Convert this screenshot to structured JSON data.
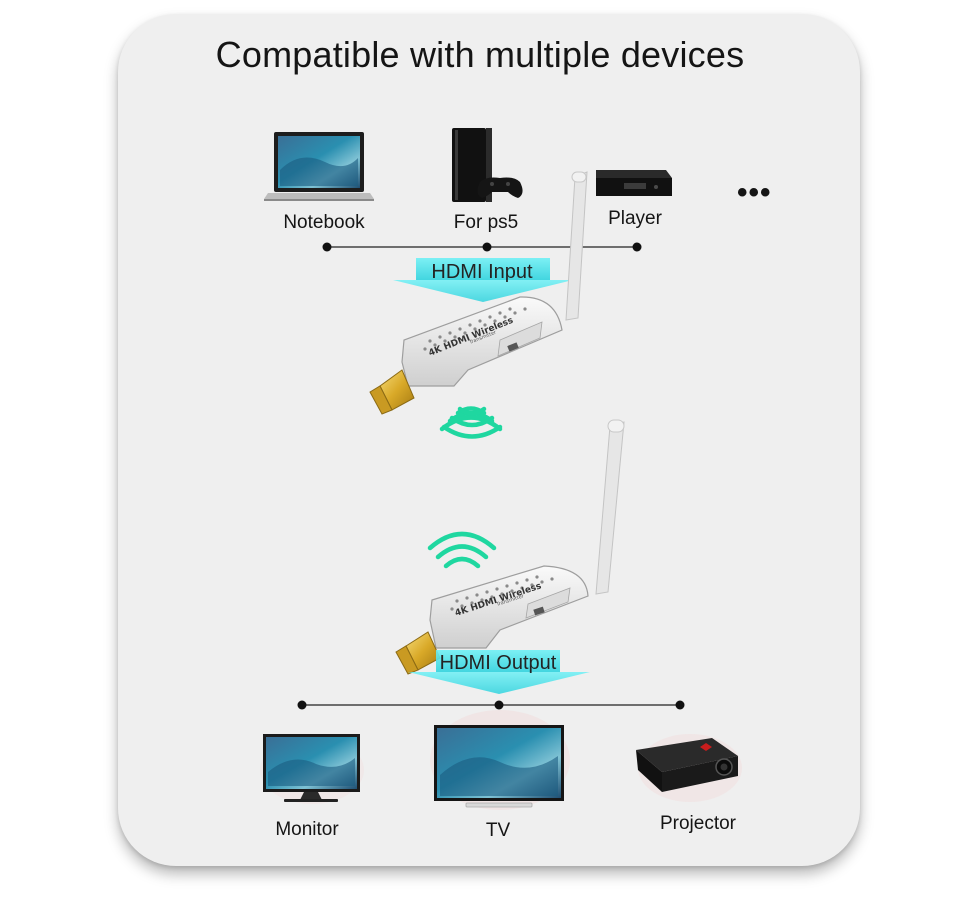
{
  "title": "Compatible with multiple devices",
  "more_indicator": "•••",
  "input_devices": [
    {
      "name": "Notebook",
      "icon": "laptop-icon"
    },
    {
      "name": "For ps5",
      "icon": "console-icon"
    },
    {
      "name": "Player",
      "icon": "media-player-icon"
    }
  ],
  "input_banner": "HDMI Input",
  "transmitter": {
    "brand_text": "4K HDMI Wireless",
    "role_text": "Transmitter"
  },
  "receiver": {
    "brand_text": "4K HDMI Wireless",
    "role_text": "Transmitter"
  },
  "output_banner": "HDMI Output",
  "output_devices": [
    {
      "name": "Monitor",
      "icon": "monitor-icon"
    },
    {
      "name": "TV",
      "icon": "tv-icon"
    },
    {
      "name": "Projector",
      "icon": "projector-icon"
    }
  ],
  "colors": {
    "card": "#efefef",
    "banner": "#4fe6ee",
    "signal": "#1fd7a0",
    "connector_gold": "#e8c14a"
  }
}
